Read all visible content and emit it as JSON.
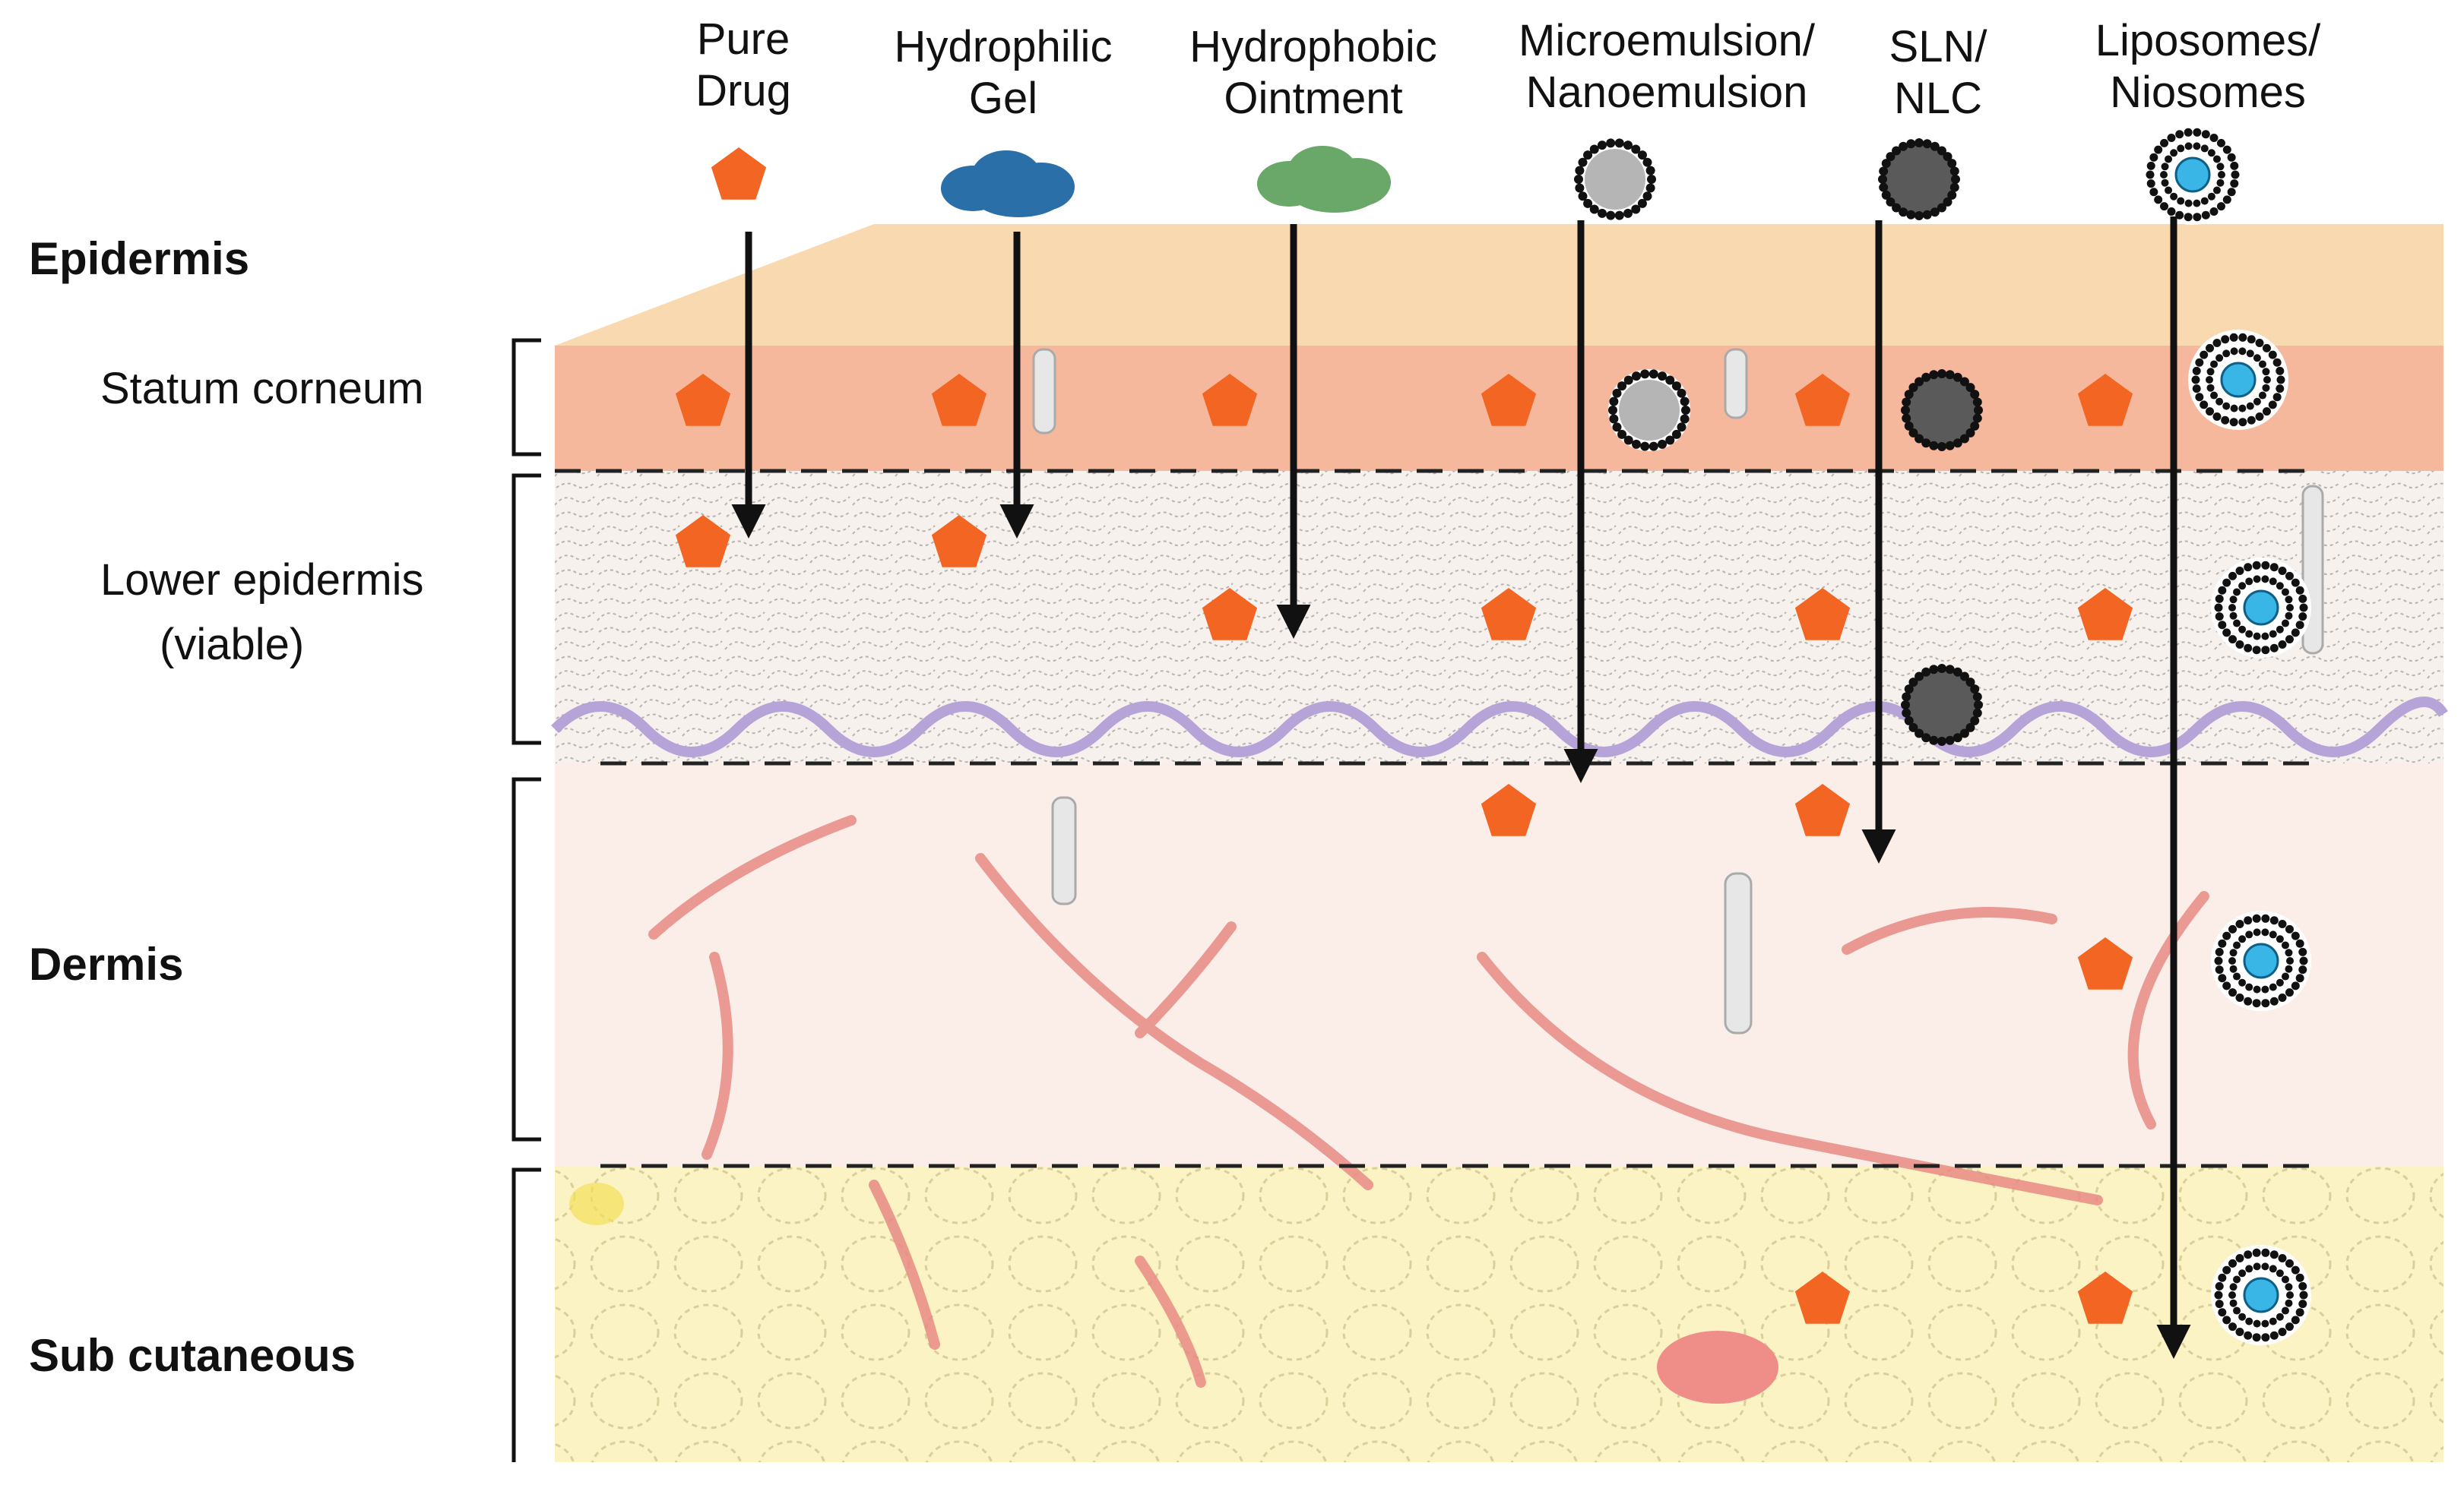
{
  "layers": {
    "epidermis": "Epidermis",
    "stratum_corneum": "Statum corneum",
    "lower_epidermis": [
      "Lower epidermis",
      "(viable)"
    ],
    "dermis": "Dermis",
    "subcutaneous": "Sub cutaneous"
  },
  "formulations": [
    {
      "key": "pure-drug",
      "lines": [
        "Pure",
        "Drug"
      ],
      "icon": "pentagon-icon",
      "depth": "lower-epidermis"
    },
    {
      "key": "hydrophilic-gel",
      "lines": [
        "Hydrophilic",
        "Gel"
      ],
      "icon": "blue-gel-blob-icon",
      "depth": "lower-epidermis"
    },
    {
      "key": "hydrophobic-ointment",
      "lines": [
        "Hydrophobic",
        "Ointment"
      ],
      "icon": "green-ointment-blob-icon",
      "depth": "lower-epidermis"
    },
    {
      "key": "microemulsion-nanoemulsion",
      "lines": [
        "Microemulsion/",
        "Nanoemulsion"
      ],
      "icon": "emulsion-droplet-icon",
      "depth": "dermis-boundary"
    },
    {
      "key": "sln-nlc",
      "lines": [
        "SLN/",
        "NLC"
      ],
      "icon": "lipid-nanoparticle-icon",
      "depth": "dermis"
    },
    {
      "key": "liposomes-niosomes",
      "lines": [
        "Liposomes/",
        "Niosomes"
      ],
      "icon": "vesicle-icon",
      "depth": "subcutaneous"
    }
  ],
  "colors": {
    "drug": "#f26522",
    "gel": "#2b6fa8",
    "ointment": "#6aa86a",
    "emulsion": "#b5b5b5",
    "sln": "#5a5a5a",
    "vesicle_core": "#39b6e6",
    "epidermis_top": "#f9d9b0",
    "stratum": "#f6b89d",
    "dermis": "#fbeee9",
    "subcutaneous": "#fbf3c4",
    "vessel": "#e88a84"
  }
}
